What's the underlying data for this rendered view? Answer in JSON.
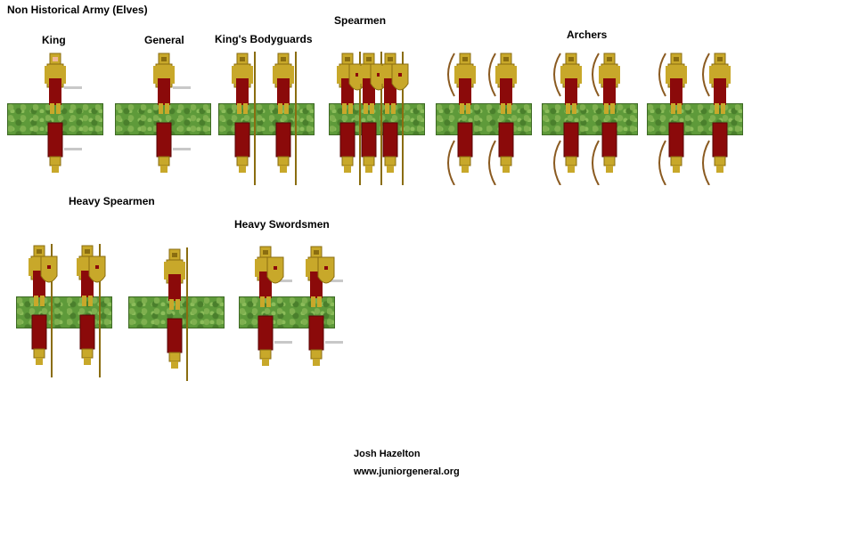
{
  "title": "Non Historical Army (Elves)",
  "labels": {
    "king": "King",
    "general": "General",
    "bodyguards": "King's  Bodyguards",
    "spearmen": "Spearmen",
    "archers": "Archers",
    "heavy_spearmen": "Heavy Spearmen",
    "heavy_swordsmen": "Heavy Swordsmen"
  },
  "credits": {
    "author": "Josh Hazelton",
    "website": "www.juniorgeneral.org"
  },
  "colors": {
    "gold": "#c8a82a",
    "dark_gold": "#8a6d10",
    "crimson": "#8b0a0a",
    "skin": "#f0b89a",
    "grass": "#5e9a3a",
    "steel": "#c8c8c8",
    "bow": "#8a5a20"
  }
}
